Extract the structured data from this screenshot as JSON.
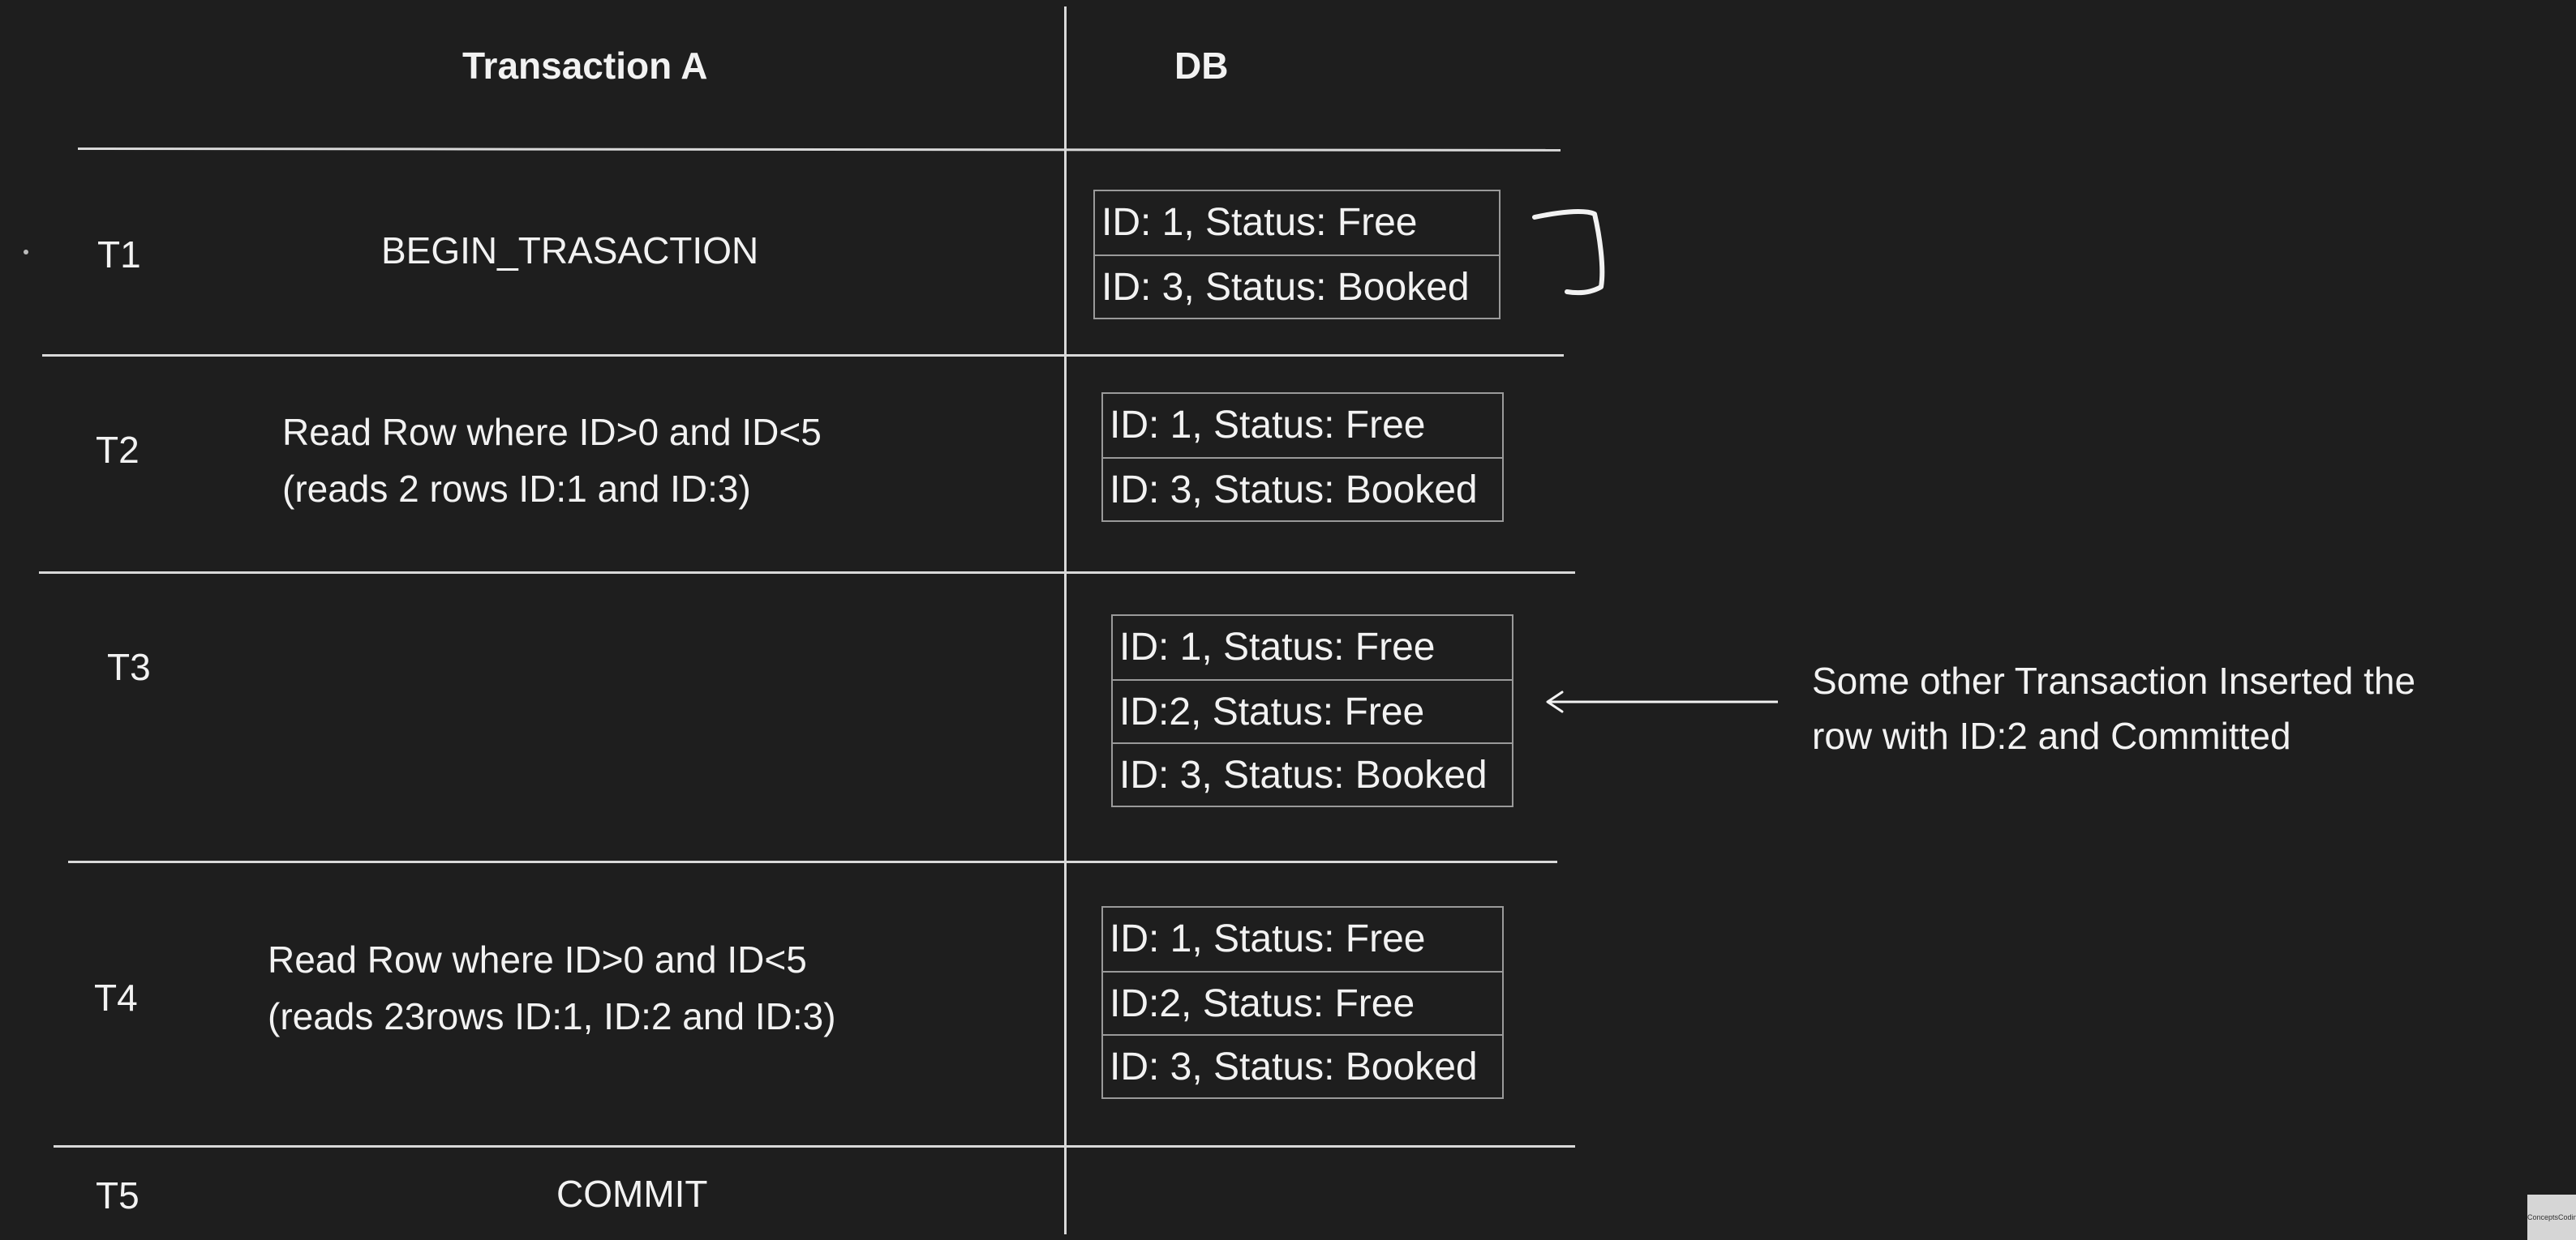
{
  "headers": {
    "transaction": "Transaction A",
    "db": "DB"
  },
  "rows": [
    {
      "time": "T1",
      "action_lines": [
        "BEGIN_TRASACTION"
      ],
      "db_rows": [
        "ID: 1, Status: Free",
        "ID: 3, Status: Booked"
      ]
    },
    {
      "time": "T2",
      "action_lines": [
        "Read Row where ID>0  and ID<5",
        "(reads 2 rows ID:1 and ID:3)"
      ],
      "db_rows": [
        "ID: 1, Status: Free",
        "ID: 3, Status: Booked"
      ]
    },
    {
      "time": "T3",
      "action_lines": [],
      "db_rows": [
        "ID: 1, Status: Free",
        "ID:2, Status: Free",
        "ID: 3, Status: Booked"
      ]
    },
    {
      "time": "T4",
      "action_lines": [
        "Read Row where ID>0  and ID<5",
        "(reads 23rows ID:1, ID:2 and ID:3)"
      ],
      "db_rows": [
        "ID: 1, Status: Free",
        "ID:2, Status: Free",
        "ID: 3, Status: Booked"
      ]
    },
    {
      "time": "T5",
      "action_lines": [
        "COMMIT"
      ],
      "db_rows": []
    }
  ],
  "annotation": {
    "lines": [
      "Some other Transaction Inserted the",
      "row with ID:2 and Committed"
    ]
  },
  "colors": {
    "background": "#1e1e1e",
    "text": "#f2f2f2",
    "lines": "#d9d9d9",
    "table_border": "#9a9a9a"
  },
  "watermark": "ConceptsCoding"
}
